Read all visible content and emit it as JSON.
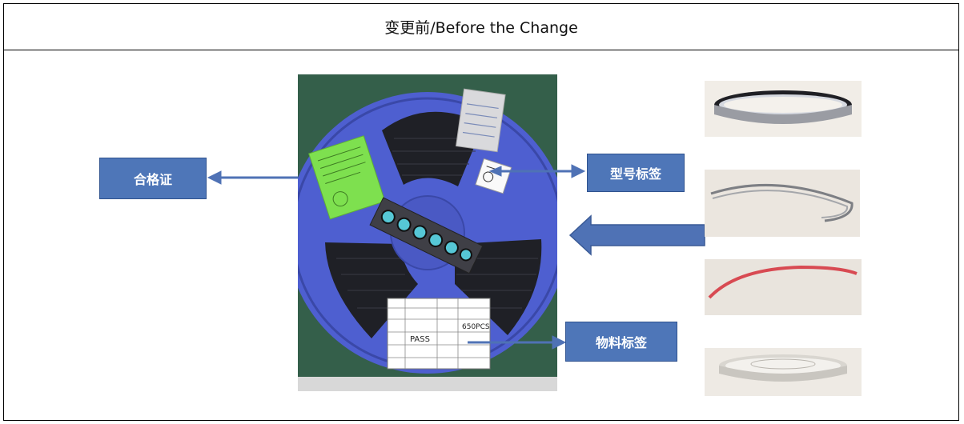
{
  "header": {
    "title": "变更前/Before the Change"
  },
  "callouts": {
    "certificate": "合格证",
    "model_label": "型号标签",
    "material_label": "物料标签"
  },
  "colors": {
    "reel": "#4e5fd0",
    "reel_dark": "#3a48a8",
    "callout": "#4e76b8",
    "arrow": "#4f72b5",
    "certificate_green": "#7ee04f"
  },
  "material_label_card": {
    "qty": "650PCS",
    "result": "PASS"
  }
}
